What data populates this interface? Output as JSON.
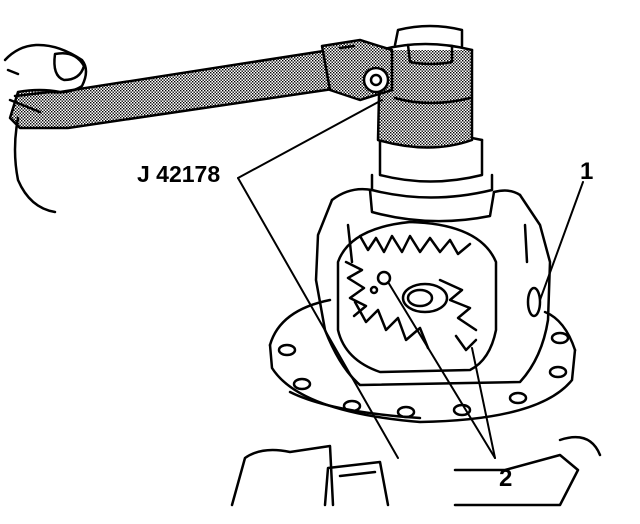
{
  "callouts": {
    "tool": "J 42178",
    "part_1": "1",
    "part_2": "2"
  },
  "colors": {
    "ink": "#000000",
    "paper": "#ffffff",
    "shading": "#9a9a9a"
  }
}
